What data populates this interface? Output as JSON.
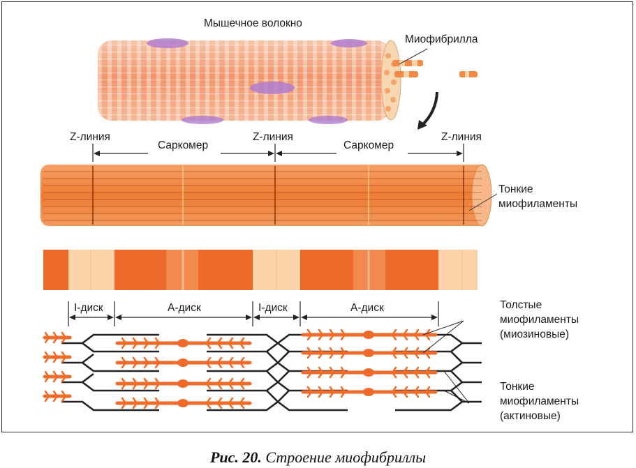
{
  "labels": {
    "muscle_fiber": "Мышечное волокно",
    "myofibril": "Миофибрилла",
    "z_line": "Z-линия",
    "sarcomere": "Саркомер",
    "thin_filaments_top": [
      "Тонкие",
      "миофиламенты"
    ],
    "i_disk": "I-диск",
    "a_disk": "А-диск",
    "thick_filaments": [
      "Толстые",
      "миофиламенты",
      "(миозиновые)"
    ],
    "thin_filaments_bottom": [
      "Тонкие",
      "миофиламенты",
      "(актиновые)"
    ]
  },
  "caption": {
    "prefix": "Рис. 20.",
    "text": "Строение миофибриллы"
  },
  "colors": {
    "fiber_orange": "#f08a4b",
    "band_dark": "#ee6a2a",
    "band_light": "#fbd3a6",
    "myosin": "#f06a2a",
    "actin": "#222222",
    "nucleus": "#b07ccf"
  }
}
